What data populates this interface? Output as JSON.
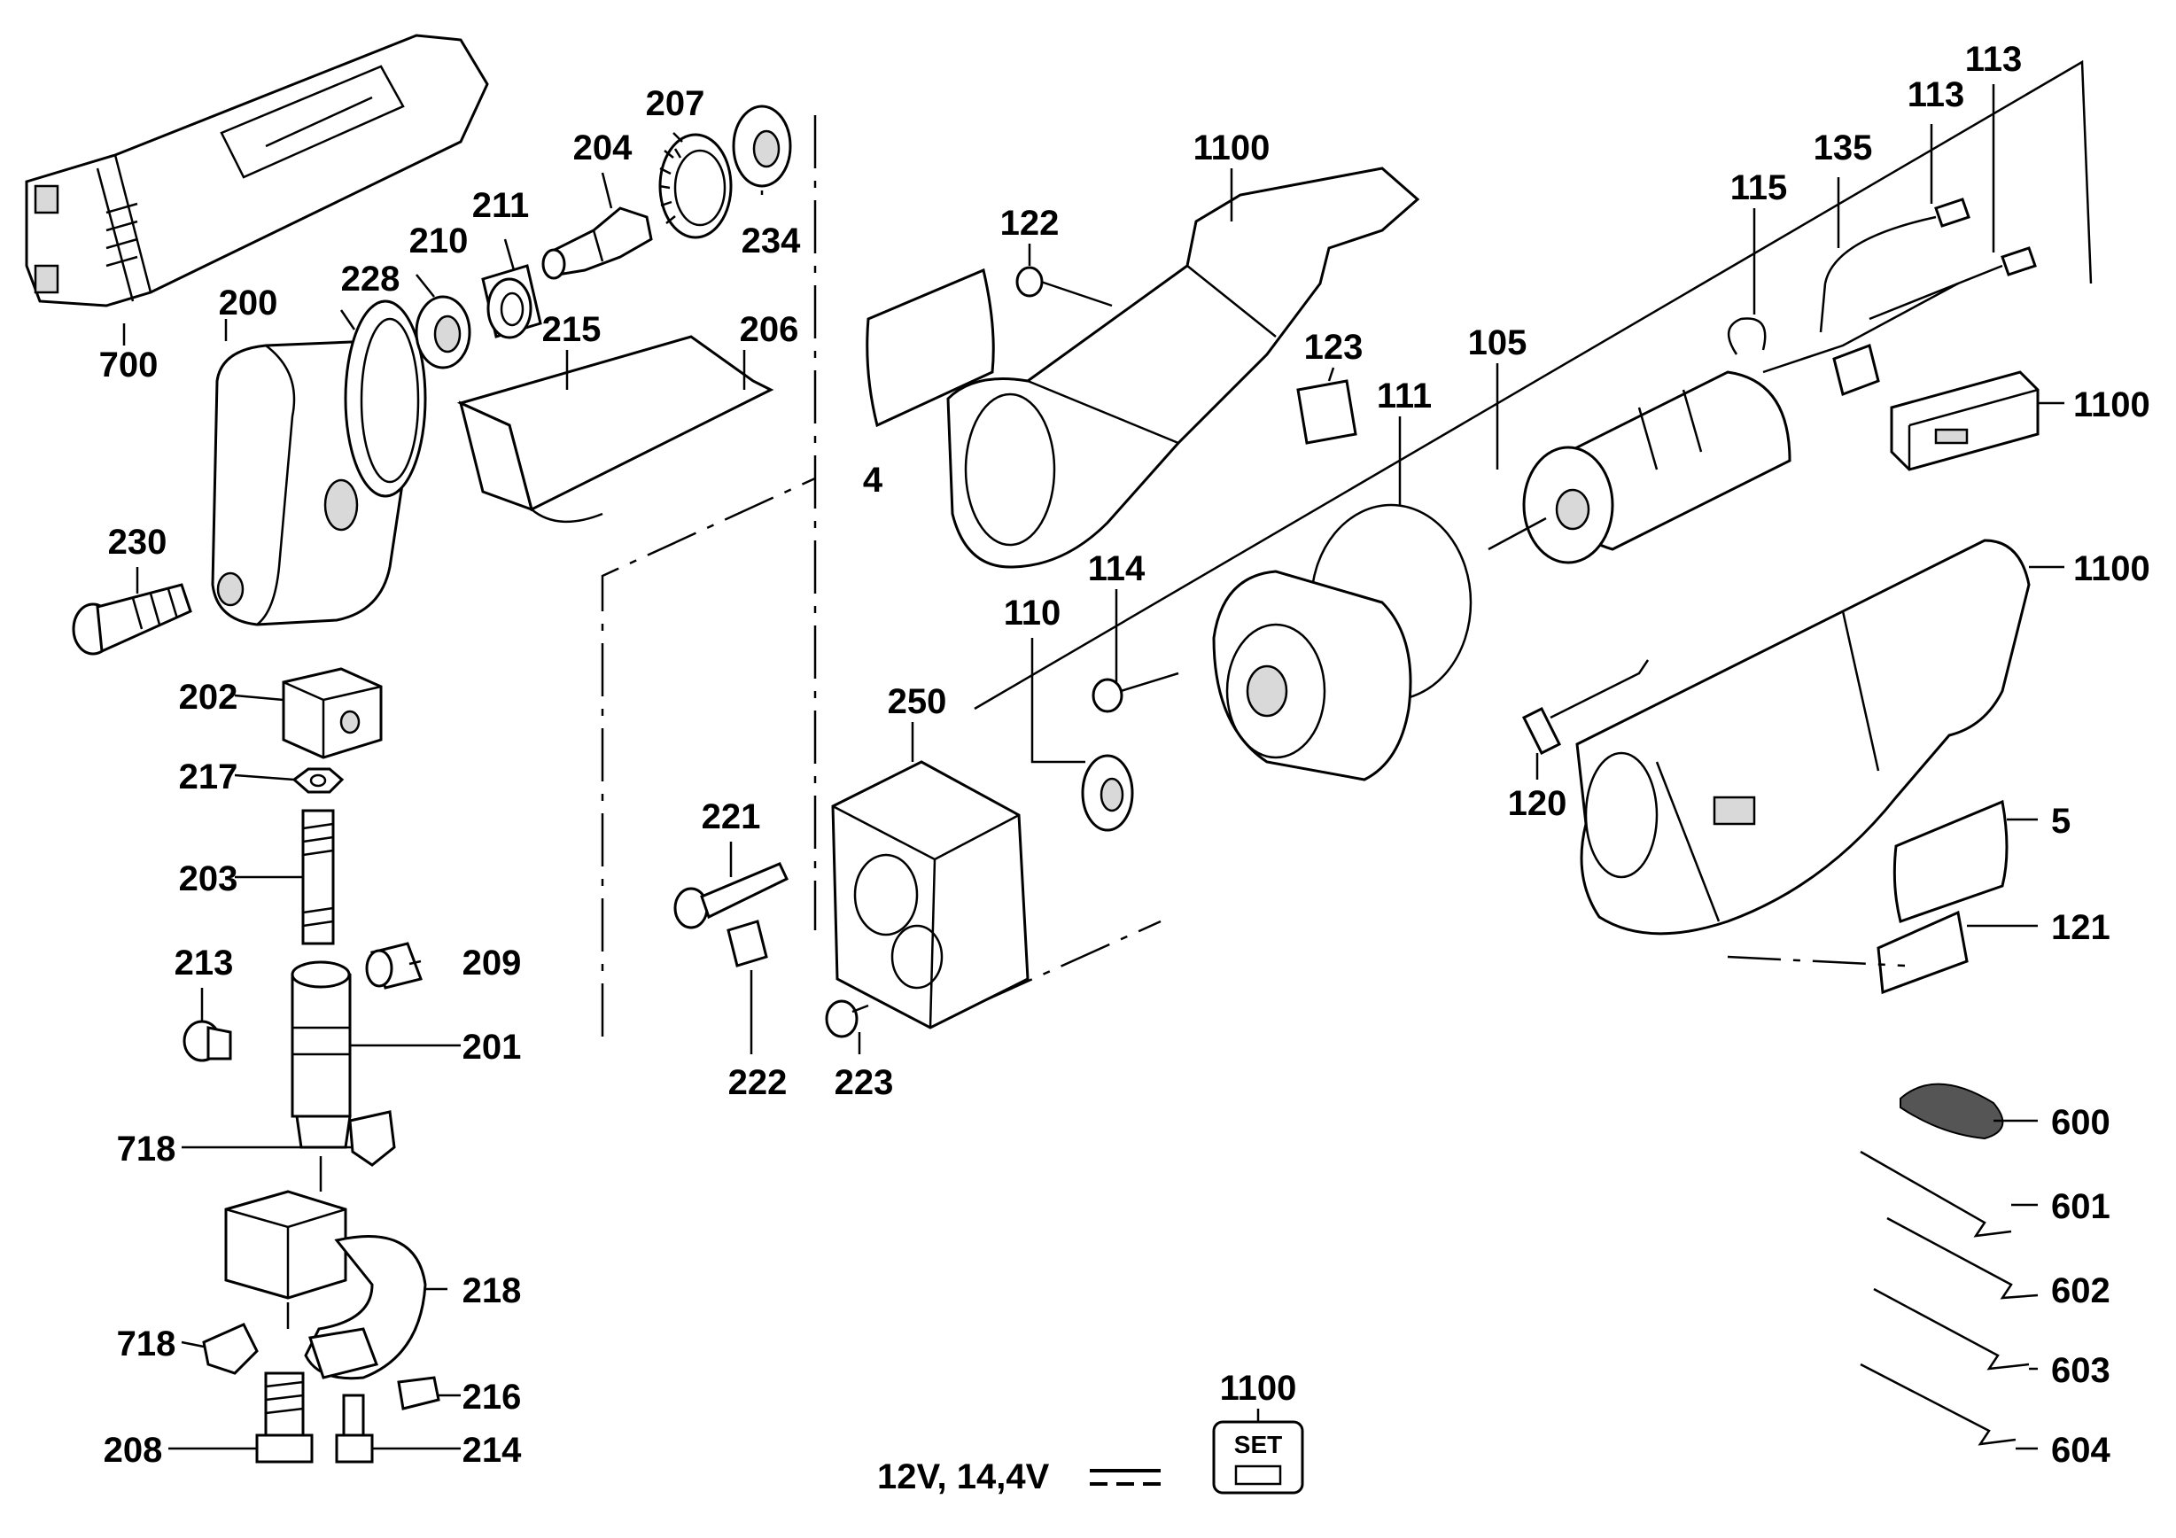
{
  "parts": [
    {
      "id": "p700",
      "label": "700"
    },
    {
      "id": "p200",
      "label": "200"
    },
    {
      "id": "p228",
      "label": "228"
    },
    {
      "id": "p210",
      "label": "210"
    },
    {
      "id": "p211",
      "label": "211"
    },
    {
      "id": "p204",
      "label": "204"
    },
    {
      "id": "p207",
      "label": "207"
    },
    {
      "id": "p234",
      "label": "234"
    },
    {
      "id": "p215",
      "label": "215"
    },
    {
      "id": "p206",
      "label": "206"
    },
    {
      "id": "p230",
      "label": "230"
    },
    {
      "id": "p202",
      "label": "202"
    },
    {
      "id": "p217",
      "label": "217"
    },
    {
      "id": "p203",
      "label": "203"
    },
    {
      "id": "p213",
      "label": "213"
    },
    {
      "id": "p209",
      "label": "209"
    },
    {
      "id": "p201",
      "label": "201"
    },
    {
      "id": "p718a",
      "label": "718"
    },
    {
      "id": "p218",
      "label": "218"
    },
    {
      "id": "p718b",
      "label": "718"
    },
    {
      "id": "p216",
      "label": "216"
    },
    {
      "id": "p208",
      "label": "208"
    },
    {
      "id": "p214",
      "label": "214"
    },
    {
      "id": "p1100a",
      "label": "1100"
    },
    {
      "id": "p122",
      "label": "122"
    },
    {
      "id": "p4",
      "label": "4"
    },
    {
      "id": "p123",
      "label": "123"
    },
    {
      "id": "p111",
      "label": "111"
    },
    {
      "id": "p105",
      "label": "105"
    },
    {
      "id": "p115",
      "label": "115"
    },
    {
      "id": "p135",
      "label": "135"
    },
    {
      "id": "p113a",
      "label": "113"
    },
    {
      "id": "p113b",
      "label": "113"
    },
    {
      "id": "p1100b",
      "label": "1100"
    },
    {
      "id": "p1100c",
      "label": "1100"
    },
    {
      "id": "p114",
      "label": "114"
    },
    {
      "id": "p110",
      "label": "110"
    },
    {
      "id": "p250",
      "label": "250"
    },
    {
      "id": "p221",
      "label": "221"
    },
    {
      "id": "p222",
      "label": "222"
    },
    {
      "id": "p223",
      "label": "223"
    },
    {
      "id": "p120",
      "label": "120"
    },
    {
      "id": "p5",
      "label": "5"
    },
    {
      "id": "p121",
      "label": "121"
    },
    {
      "id": "p600",
      "label": "600"
    },
    {
      "id": "p601",
      "label": "601"
    },
    {
      "id": "p602",
      "label": "602"
    },
    {
      "id": "p603",
      "label": "603"
    },
    {
      "id": "p604",
      "label": "604"
    },
    {
      "id": "p1100d",
      "label": "1100"
    }
  ],
  "voltage_note": "12V, 14,4V",
  "set_badge": "SET"
}
